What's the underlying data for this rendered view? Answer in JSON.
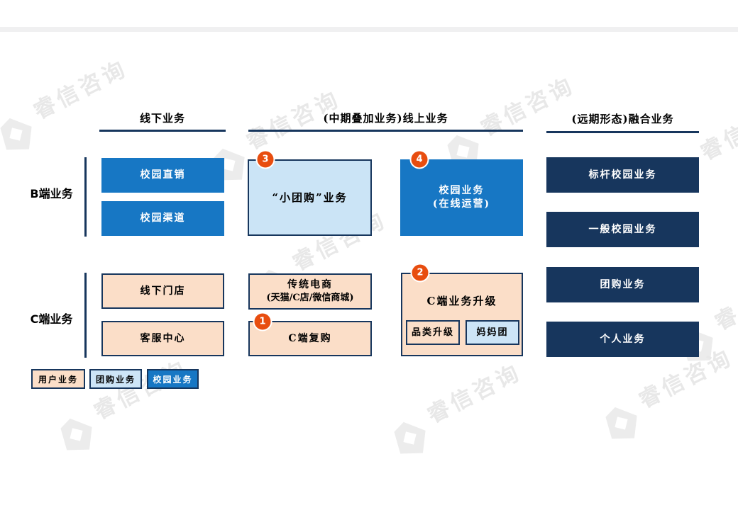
{
  "watermark": {
    "text": "睿信咨询"
  },
  "header": {
    "col_offline": "线下业务",
    "col_online": "(中期叠加业务)线上业务",
    "col_fusion": "(远期形态)融合业务"
  },
  "sections": {
    "b_label": "B端业务",
    "c_label": "C端业务"
  },
  "boxes": {
    "campus_direct": "校园直销",
    "campus_channel": "校园渠道",
    "small_groupbuy": {
      "badge": "3",
      "label": "“小团购”业务"
    },
    "campus_online": {
      "badge": "4",
      "line1": "校园业务",
      "line2": "(在线运营)"
    },
    "benchmark_campus": "标杆校园业务",
    "general_campus": "一般校园业务",
    "offline_store": "线下门店",
    "service_center": "客服中心",
    "traditional_ecom": {
      "line1": "传统电商",
      "line2": "(天猫/C店/微信商城)"
    },
    "c_repurchase": {
      "badge": "1",
      "label": "C端复购"
    },
    "c_upgrade": {
      "badge": "2",
      "label": "C端业务升级",
      "sub1": "品类升级",
      "sub2": "妈妈团"
    },
    "groupbuy_biz": "团购业务",
    "personal_biz": "个人业务"
  },
  "legend": {
    "user": "用户业务",
    "groupbuy": "团购业务",
    "campus": "校园业务"
  },
  "colors": {
    "navy": "#17365d",
    "blue": "#1777c4",
    "light_blue": "#cde5f7",
    "peach": "#fbdec8",
    "badge_orange": "#e84d0f",
    "watermark_gray": "#e8e8e8",
    "top_bar_gray": "#f0f0f1"
  }
}
